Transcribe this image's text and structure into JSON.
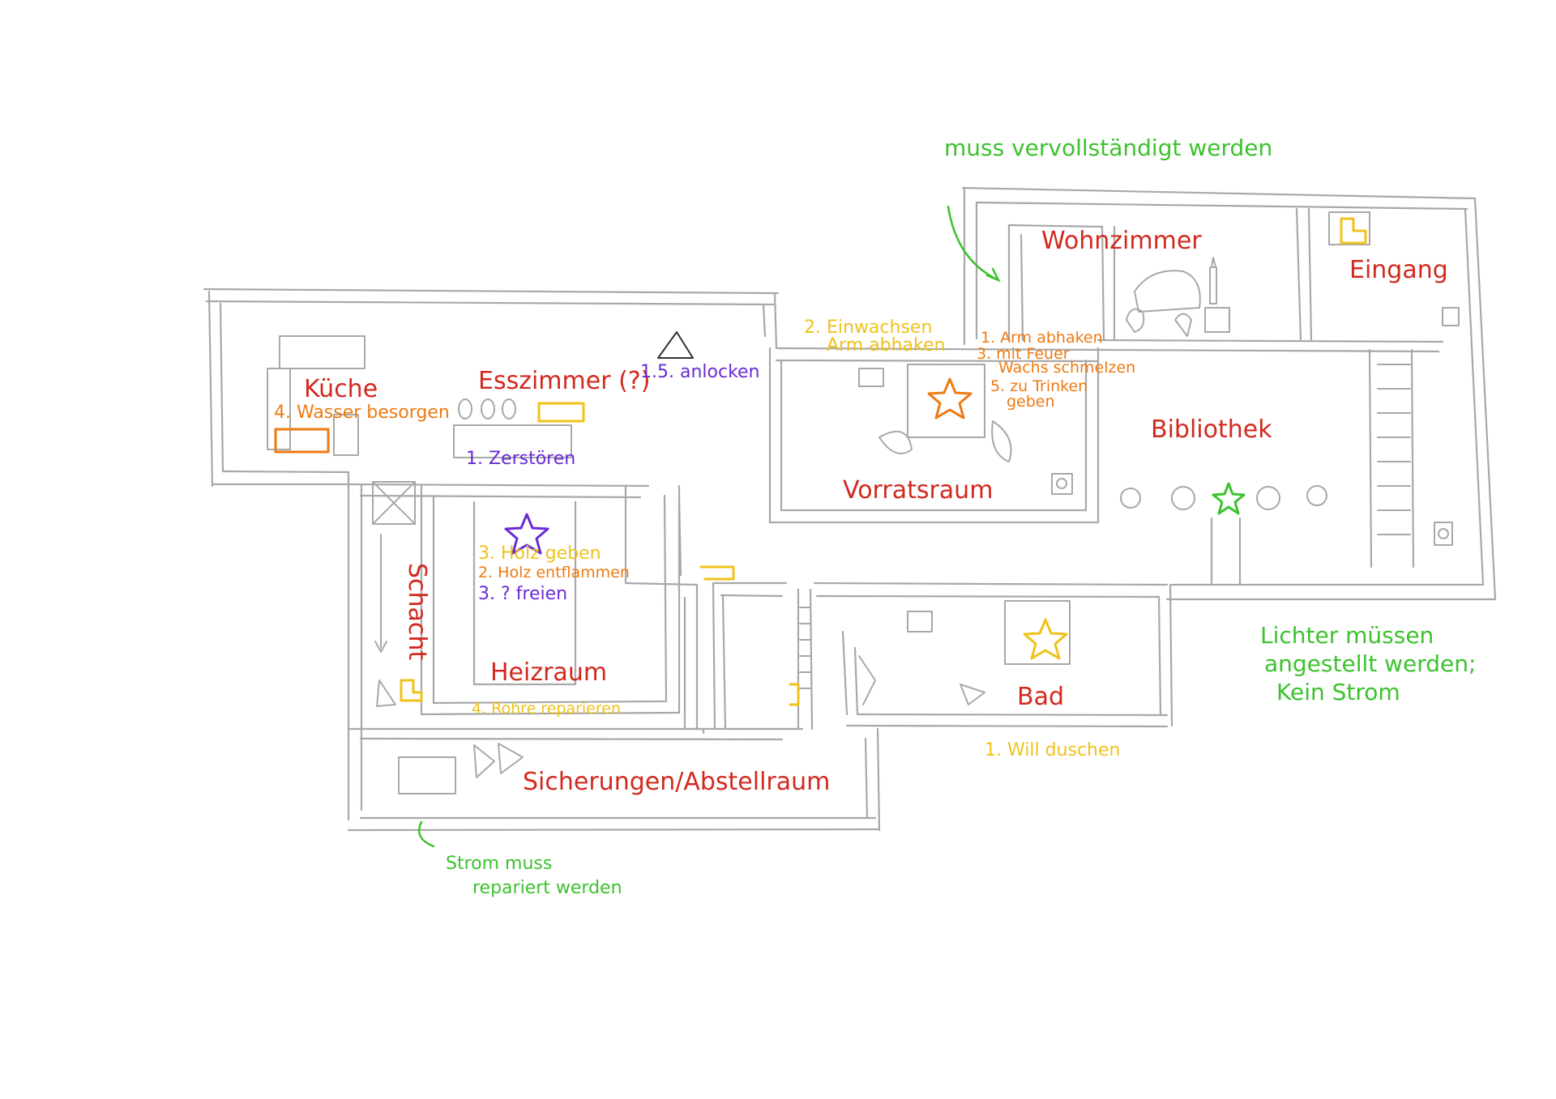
{
  "colors": {
    "wall": "#a8a8a8",
    "room_label": "#d2291e",
    "orange": "#ee7a12",
    "yellow": "#efc21a",
    "purple": "#6a2bd6",
    "green": "#3cc22e"
  },
  "rooms": {
    "kueche": "Küche",
    "esszimmer": "Esszimmer (?)",
    "wohnzimmer": "Wohnzimmer",
    "eingang": "Eingang",
    "bibliothek": "Bibliothek",
    "vorratsraum": "Vorratsraum",
    "schacht": "Schacht",
    "heizraum": "Heizraum",
    "bad": "Bad",
    "sicherungen": "Sicherungen/Abstellraum"
  },
  "tasks": {
    "kueche_4": "4. Wasser besorgen",
    "esszimmer_1": "1. Zerstören",
    "esszimmer_15": "1.5. anlocken",
    "vorrat_2": "2. Einwachsen",
    "vorrat_2b": "Arm abhaken",
    "vorrat_1": "1. Arm abhaken",
    "vorrat_3": "3. mit Feuer",
    "vorrat_3b": "Wachs schmelzen",
    "vorrat_5": "5. zu Trinken",
    "vorrat_5b": "geben",
    "heiz_3_holz": "3. Holz geben",
    "heiz_2": "2. Holz entflammen",
    "heiz_3_frei": "3. ? freien",
    "heiz_4": "4. Rohre reparieren",
    "bad_1": "1. Will duschen"
  },
  "notes": {
    "vervollstaendigt": "muss vervollständigt werden",
    "lichter_1": "Lichter müssen",
    "lichter_2": "angestellt werden;",
    "lichter_3": "Kein Strom",
    "strom_1": "Strom muss",
    "strom_2": "repariert werden"
  },
  "icons": {
    "star_heizraum": "star-icon",
    "star_vorratsraum": "star-icon",
    "star_bibliothek": "star-icon",
    "star_bad": "star-icon",
    "triangle_esszimmer": "triangle-icon",
    "door_markers": "door-marker-icon"
  }
}
